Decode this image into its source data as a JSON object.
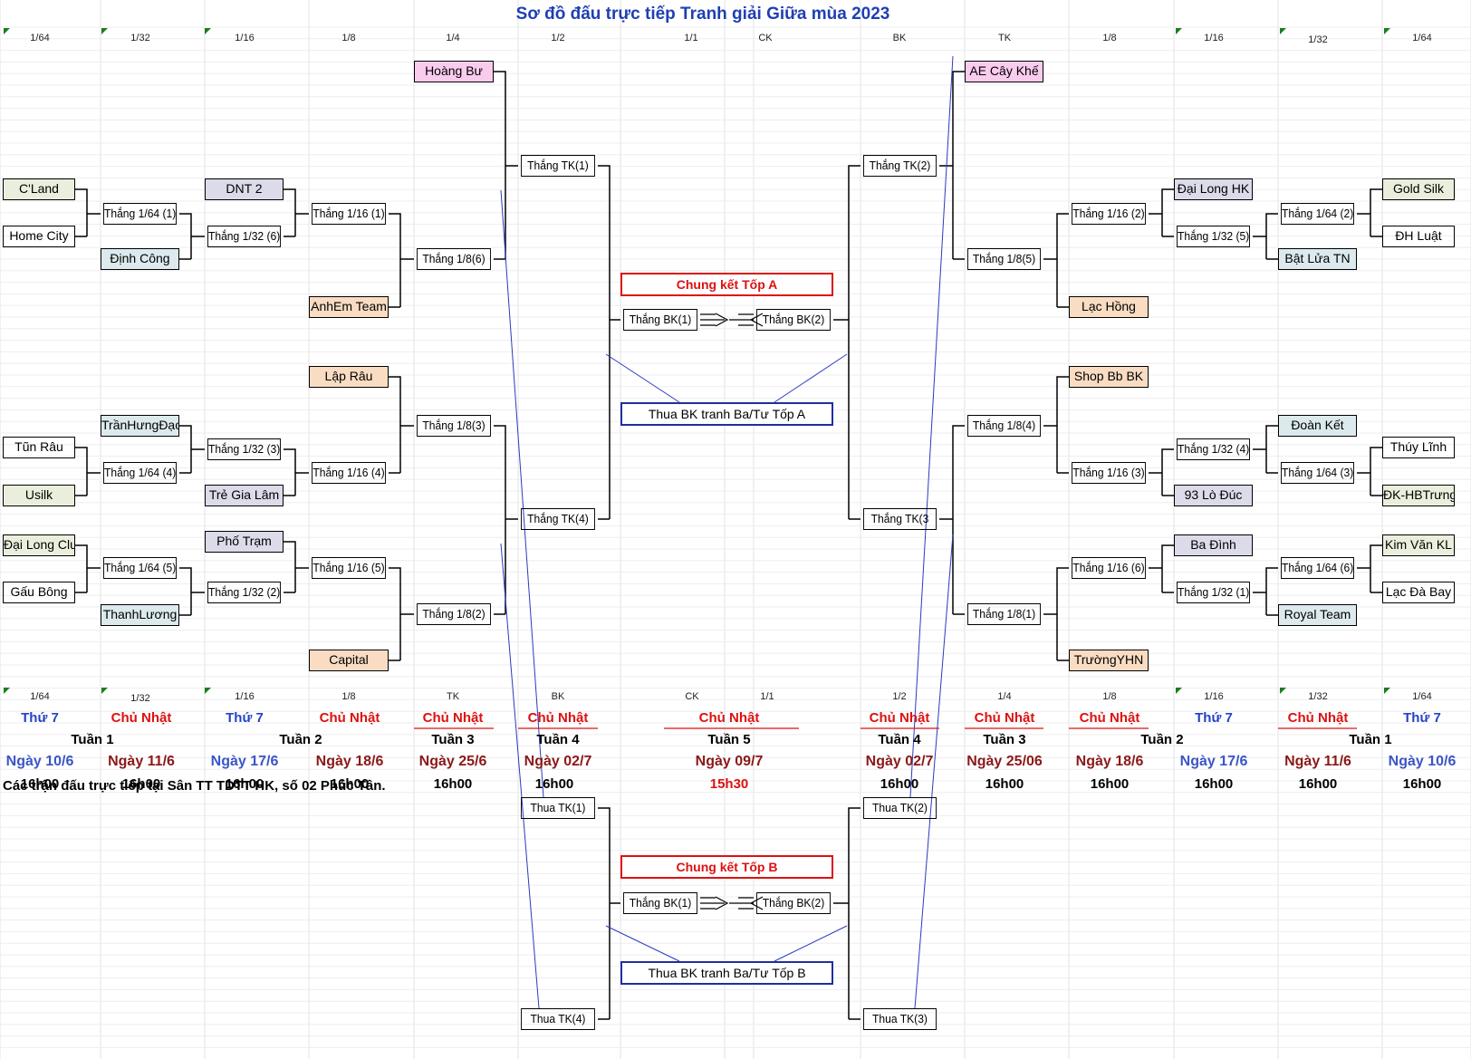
{
  "title": "Sơ đồ đấu trực tiếp Tranh giải Giữa mùa 2023",
  "round_labels_top": {
    "c1": "1/64",
    "c2": "1/32",
    "c3": "1/16",
    "c4": "1/8",
    "c5": "1/4",
    "c6": "1/2",
    "c7": "1/1",
    "c8": "CK",
    "c9": "BK",
    "c10": "TK",
    "c11": "1/8",
    "c12": "1/16",
    "c13": "1/32",
    "c14": "1/64"
  },
  "round_labels_bottom": {
    "c1": "1/64",
    "c2": "1/32",
    "c3": "1/16",
    "c4": "1/8",
    "c5": "TK",
    "c6": "BK",
    "c7": "CK",
    "c8": "1/1",
    "c9": "1/2",
    "c10": "1/4",
    "c11": "1/8",
    "c12": "1/16",
    "c13": "1/32",
    "c14": "1/64"
  },
  "left_teams": {
    "hoang_bu": "Hoàng Bư",
    "cland": "C'Land",
    "home_city": "Home City",
    "dinh_cong": "Định Công",
    "dnt2": "DNT 2",
    "anhem": "AnhEm Team",
    "lap_rau": "Lập Râu",
    "tran_hung_dao": "TrầnHưngĐạo",
    "tun_rau": "Tũn Râu",
    "usilk": "Usilk",
    "tre_gia_lam": "Trẻ Gia Lâm",
    "pho_tram": "Phố Trạm",
    "dai_long_club": "Đại Long Club",
    "gau_bong": "Gấu Bông",
    "thanh_luong": "ThanhLương",
    "capital": "Capital"
  },
  "right_teams": {
    "ae_cay_khe": "AE Cây Khế",
    "dai_long_hk": "Đại Long HK",
    "gold_silk": "Gold Silk",
    "dh_luat": "ĐH Luật",
    "bat_lua_tn": "Bật Lửa TN",
    "lac_hong": "Lạc Hồng",
    "shop_bb_bk": "Shop Bb BK",
    "doan_ket": "Đoàn Kết",
    "thuy_linh": "Thúy Lĩnh",
    "dk_hbtrung": "ĐK-HBTrưng",
    "lo_duc": "93 Lò Đúc",
    "ba_dinh": "Ba Đình",
    "kim_van_kl": "Kim Văn KL",
    "lac_da_bay": "Lạc Đà Bay",
    "royal_team": "Royal Team",
    "truong_yhn": "TrườngYHN"
  },
  "winners": {
    "w64_1": "Thắng 1/64 (1)",
    "w64_4": "Thắng 1/64 (4)",
    "w64_5": "Thắng 1/64 (5)",
    "w32_6": "Thắng 1/32 (6)",
    "w32_3": "Thắng 1/32 (3)",
    "w32_2": "Thắng 1/32 (2)",
    "w16_1": "Thắng 1/16 (1)",
    "w16_4": "Thắng 1/16 (4)",
    "w16_5": "Thắng 1/16 (5)",
    "w8_6": "Thắng 1/8(6)",
    "w8_3": "Thắng 1/8(3)",
    "w8_2": "Thắng 1/8(2)",
    "wtk_1": "Thắng TK(1)",
    "wtk_4": "Thắng TK(4)",
    "wtk_2": "Thắng TK(2)",
    "wtk_3": "Thắng TK(3",
    "w8_5": "Thắng 1/8(5)",
    "w8_4": "Thắng 1/8(4)",
    "w8_1": "Thắng 1/8(1)",
    "w16_2": "Thắng 1/16 (2)",
    "w16_3": "Thắng 1/16 (3)",
    "w16_6": "Thắng 1/16 (6)",
    "w32_5": "Thắng 1/32 (5)",
    "w32_4": "Thắng 1/32 (4)",
    "w32_1": "Thắng 1/32 (1)",
    "w64_2": "Thắng 1/64 (2)",
    "w64_3": "Thắng 1/64 (3)",
    "w64_6": "Thắng 1/64 (6)"
  },
  "final_a": {
    "label": "Chung kết Tốp A",
    "bk1": "Thắng BK(1)",
    "bk2": "Thắng BK(2)",
    "third": "Thua BK tranh Ba/Tư Tốp A"
  },
  "final_b": {
    "label": "Chung kết Tốp B",
    "bk1": "Thắng BK(1)",
    "bk2": "Thắng BK(2)",
    "third": "Thua BK tranh Ba/Tư Tốp B",
    "ltk1": "Thua TK(1)",
    "ltk2": "Thua TK(2)",
    "ltk3": "Thua TK(3)",
    "ltk4": "Thua TK(4)"
  },
  "schedule": {
    "days": {
      "c1": "Thứ 7",
      "c2": "Chủ Nhật",
      "c3": "Thứ 7",
      "c4": "Chủ Nhật",
      "c5": "Chủ Nhật",
      "c6": "Chủ Nhật",
      "c7": "Chủ Nhật",
      "c9": "Chủ Nhật",
      "c10": "Chủ Nhật",
      "c11": "Chủ Nhật",
      "c12": "Thứ 7",
      "c13": "Chủ Nhật",
      "c14": "Thứ 7"
    },
    "weeks": {
      "w1l": "Tuần 1",
      "w2l": "Tuần 2",
      "w3l": "Tuần 3",
      "w4l": "Tuần 4",
      "w5": "Tuần 5",
      "w4r": "Tuần 4",
      "w3r": "Tuần 3",
      "w2r": "Tuần 2",
      "w1r": "Tuần 1"
    },
    "dates": {
      "c1": "Ngày 10/6",
      "c2": "Ngày 11/6",
      "c3": "Ngày 17/6",
      "c4": "Ngày 18/6",
      "c5": "Ngày 25/6",
      "c6": "Ngày 02/7",
      "c7": "Ngày 09/7",
      "c9": "Ngày 02/7",
      "c10": "Ngày 25/06",
      "c11": "Ngày 18/6",
      "c12": "Ngày 17/6",
      "c13": "Ngày 11/6",
      "c14": "Ngày 10/6"
    },
    "times": {
      "c1": "16h00",
      "c2": "16h00",
      "c3": "16h00",
      "c4": "16h00",
      "c5": "16h00",
      "c6": "16h00",
      "c7": "15h30",
      "c9": "16h00",
      "c10": "16h00",
      "c11": "16h00",
      "c12": "16h00",
      "c13": "16h00",
      "c14": "16h00"
    }
  },
  "venue_note": "Các trận đấu trực tiếp tại Sân TT TDTT HK, số 02 Phúc Tân.",
  "colors": {
    "title": "#1F3FB3",
    "saturday": "#2342C8",
    "sunday": "#D11111",
    "final_border": "#D11111",
    "third_border": "#1F2FA0",
    "pink": "#F9CCEE",
    "green": "#E9EFDC",
    "blue": "#DCEAEE",
    "lavender": "#DCDBEA",
    "orange": "#F9DCC2"
  }
}
